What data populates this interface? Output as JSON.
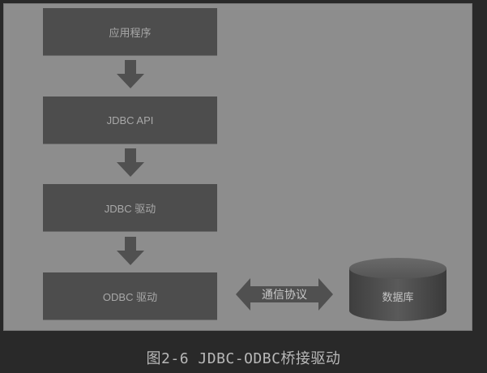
{
  "diagram": {
    "boxes": {
      "app": "应用程序",
      "api": "JDBC API",
      "driver": "JDBC 驱动",
      "odbc": "ODBC 驱动"
    },
    "connector_label": "通信协议",
    "database_label": "数据库"
  },
  "caption": "图2-6  JDBC-ODBC桥接驱动",
  "colors": {
    "background": "#292929",
    "figure_bg": "#8d8d8d",
    "box_bg": "#4d4d4d",
    "arrow": "#505050"
  }
}
